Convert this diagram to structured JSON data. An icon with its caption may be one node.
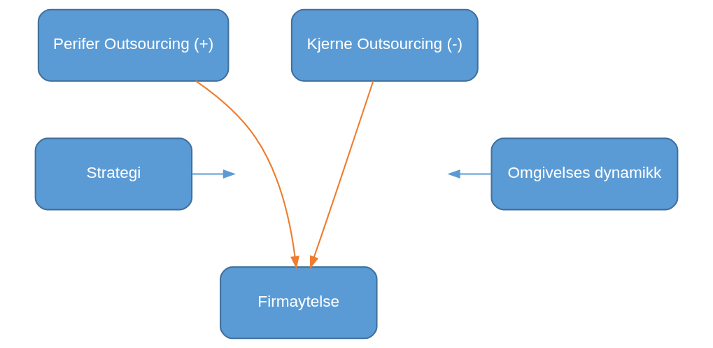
{
  "diagram": {
    "nodes": [
      {
        "text": [
          "Perifer Outsourcing (+)"
        ]
      },
      {
        "text": [
          "Kjerne Outsourcing (-)"
        ]
      },
      {
        "text": [
          "Strategi"
        ]
      },
      {
        "text": [
          "Omgivelses dynamikk"
        ]
      },
      {
        "text": [
          "Firmaytelse"
        ]
      }
    ],
    "edges": [
      {
        "from": 0,
        "to": 4,
        "arrow": "to",
        "color": "#ed7d31"
      },
      {
        "from": 1,
        "to": 4,
        "arrow": "to",
        "color": "#ed7d31"
      },
      {
        "from": 2,
        "to": null,
        "arrow": "to",
        "color": "#5b9bd5"
      },
      {
        "from": 3,
        "to": null,
        "arrow": "to",
        "color": "#5b9bd5"
      }
    ]
  }
}
